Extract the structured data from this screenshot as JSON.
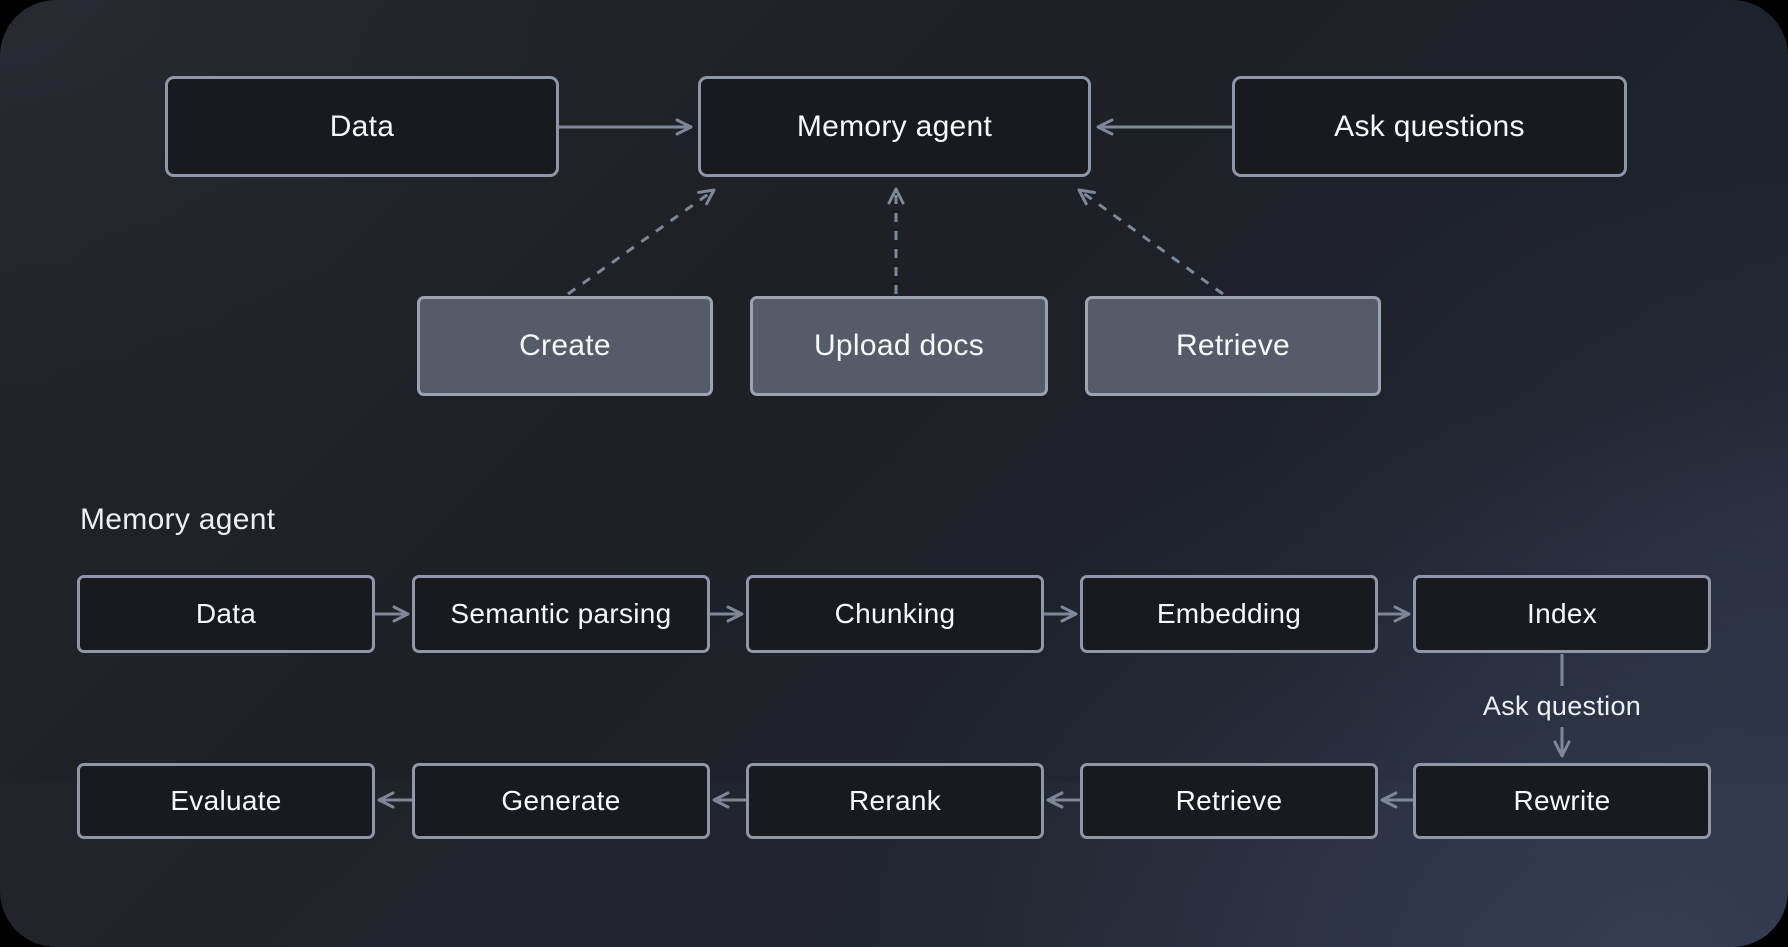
{
  "colors": {
    "background": "#1f222a",
    "background_glow": "#2b3040",
    "node_dark_fill": "#191a1f",
    "node_dark_border": "#8e96a7",
    "node_gray_fill": "#555b68",
    "node_gray_border": "#9ba3b3",
    "arrow": "#7e8798",
    "text": "#f7f8fa"
  },
  "overview": {
    "nodes": [
      {
        "id": "data",
        "label": "Data"
      },
      {
        "id": "memory-agent",
        "label": "Memory agent"
      },
      {
        "id": "ask-questions",
        "label": "Ask questions"
      }
    ],
    "actions": [
      {
        "id": "create",
        "label": "Create"
      },
      {
        "id": "upload-docs",
        "label": "Upload docs"
      },
      {
        "id": "retrieve",
        "label": "Retrieve"
      }
    ],
    "edges": [
      "Data → Memory agent (solid)",
      "Ask questions → Memory agent (solid)",
      "Create → Memory agent (dashed)",
      "Upload docs → Memory agent (dashed)",
      "Retrieve → Memory agent (dashed)"
    ]
  },
  "pipeline": {
    "title": "Memory agent",
    "top_row": [
      "Data",
      "Semantic parsing",
      "Chunking",
      "Embedding",
      "Index"
    ],
    "connector_label": "Ask question",
    "bottom_row": [
      "Evaluate",
      "Generate",
      "Rerank",
      "Retrieve",
      "Rewrite"
    ],
    "edges": [
      "Data → Semantic parsing",
      "Semantic parsing → Chunking",
      "Chunking → Embedding",
      "Embedding → Index",
      "Index → Ask question → Rewrite",
      "Rewrite → Retrieve",
      "Retrieve → Rerank",
      "Rerank → Generate",
      "Generate → Evaluate"
    ]
  }
}
